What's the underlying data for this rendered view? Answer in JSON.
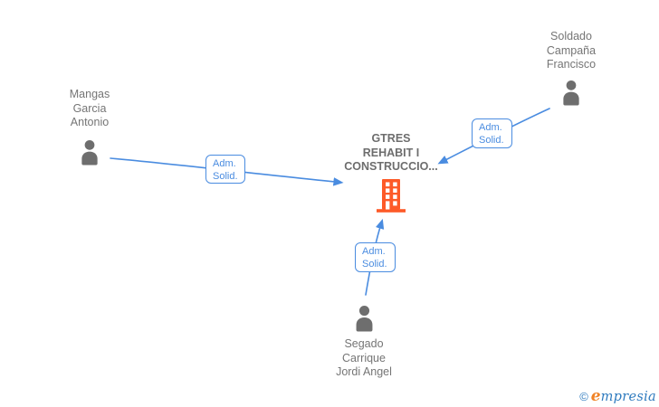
{
  "colors": {
    "background": "#ffffff",
    "arrow_blue": "#4a8ce0",
    "edge_label_blue": "#4a8ce0",
    "person_gray": "#6e6e6e",
    "name_text_gray": "#757575",
    "company_text_gray": "#6d6d6d",
    "building_orange": "#fd5a28",
    "logo_blue": "#2f7bbf",
    "logo_orange": "#f08326"
  },
  "nodes": {
    "company": {
      "label": "GTRES\nREHABIT I\nCONSTRUCCIO...",
      "icon": "building-icon"
    },
    "mangas": {
      "label": "Mangas\nGarcia\nAntonio",
      "icon": "person-icon"
    },
    "soldado": {
      "label": "Soldado\nCampaña\nFrancisco",
      "icon": "person-icon"
    },
    "segado": {
      "label": "Segado\nCarrique\nJordi Angel",
      "icon": "person-icon"
    }
  },
  "edges": [
    {
      "from": "mangas",
      "to": "company",
      "label": "Adm.\nSolid."
    },
    {
      "from": "soldado",
      "to": "company",
      "label": "Adm.\nSolid."
    },
    {
      "from": "segado",
      "to": "company",
      "label": "Adm.\nSolid."
    }
  ],
  "logo": {
    "copyright_symbol": "©",
    "brand_initial": "e",
    "brand_rest": "mpresia"
  }
}
